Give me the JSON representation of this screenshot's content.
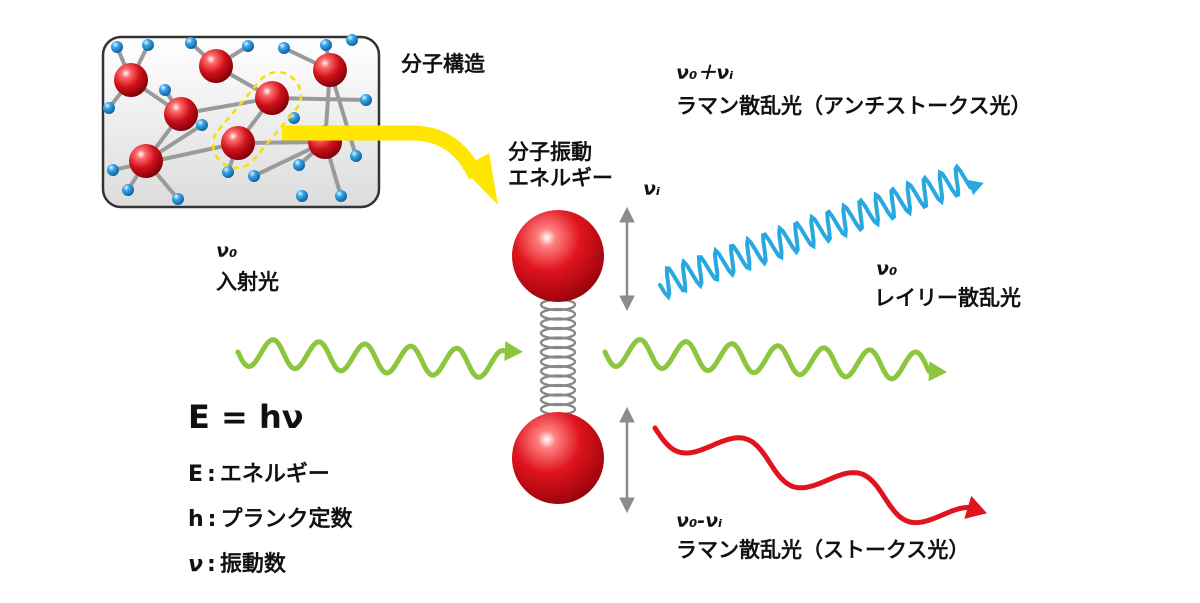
{
  "labels": {
    "molecular_structure": "分子構造",
    "vibration_energy_line1": "分子振動",
    "vibration_energy_line2": "エネルギー",
    "nu_i": "νᵢ",
    "incident_nu": "ν₀",
    "incident": "入射光",
    "anti_stokes_nu": "ν₀＋νᵢ",
    "anti_stokes": "ラマン散乱光（アンチストークス光）",
    "rayleigh_nu": "ν₀",
    "rayleigh": "レイリー散乱光",
    "stokes_nu": "ν₀-νᵢ",
    "stokes": "ラマン散乱光（ストークス光）"
  },
  "legend": {
    "formula": "E = hν",
    "e_key": "E",
    "e_desc": "エネルギー",
    "h_key": "h",
    "h_desc": "プランク定数",
    "v_key": "ν",
    "v_desc": "振動数",
    "separator": ":"
  },
  "colors": {
    "incident": "#8cc63f",
    "anti_stokes": "#29a8e0",
    "stokes": "#e0141e",
    "atom_red": "#d0101a",
    "atom_blue": "#1a8ad4",
    "arrow_yellow": "#ffe600",
    "highlight": "#f5e000",
    "spring": "#888888",
    "double_arrow": "#8c8c8c"
  }
}
